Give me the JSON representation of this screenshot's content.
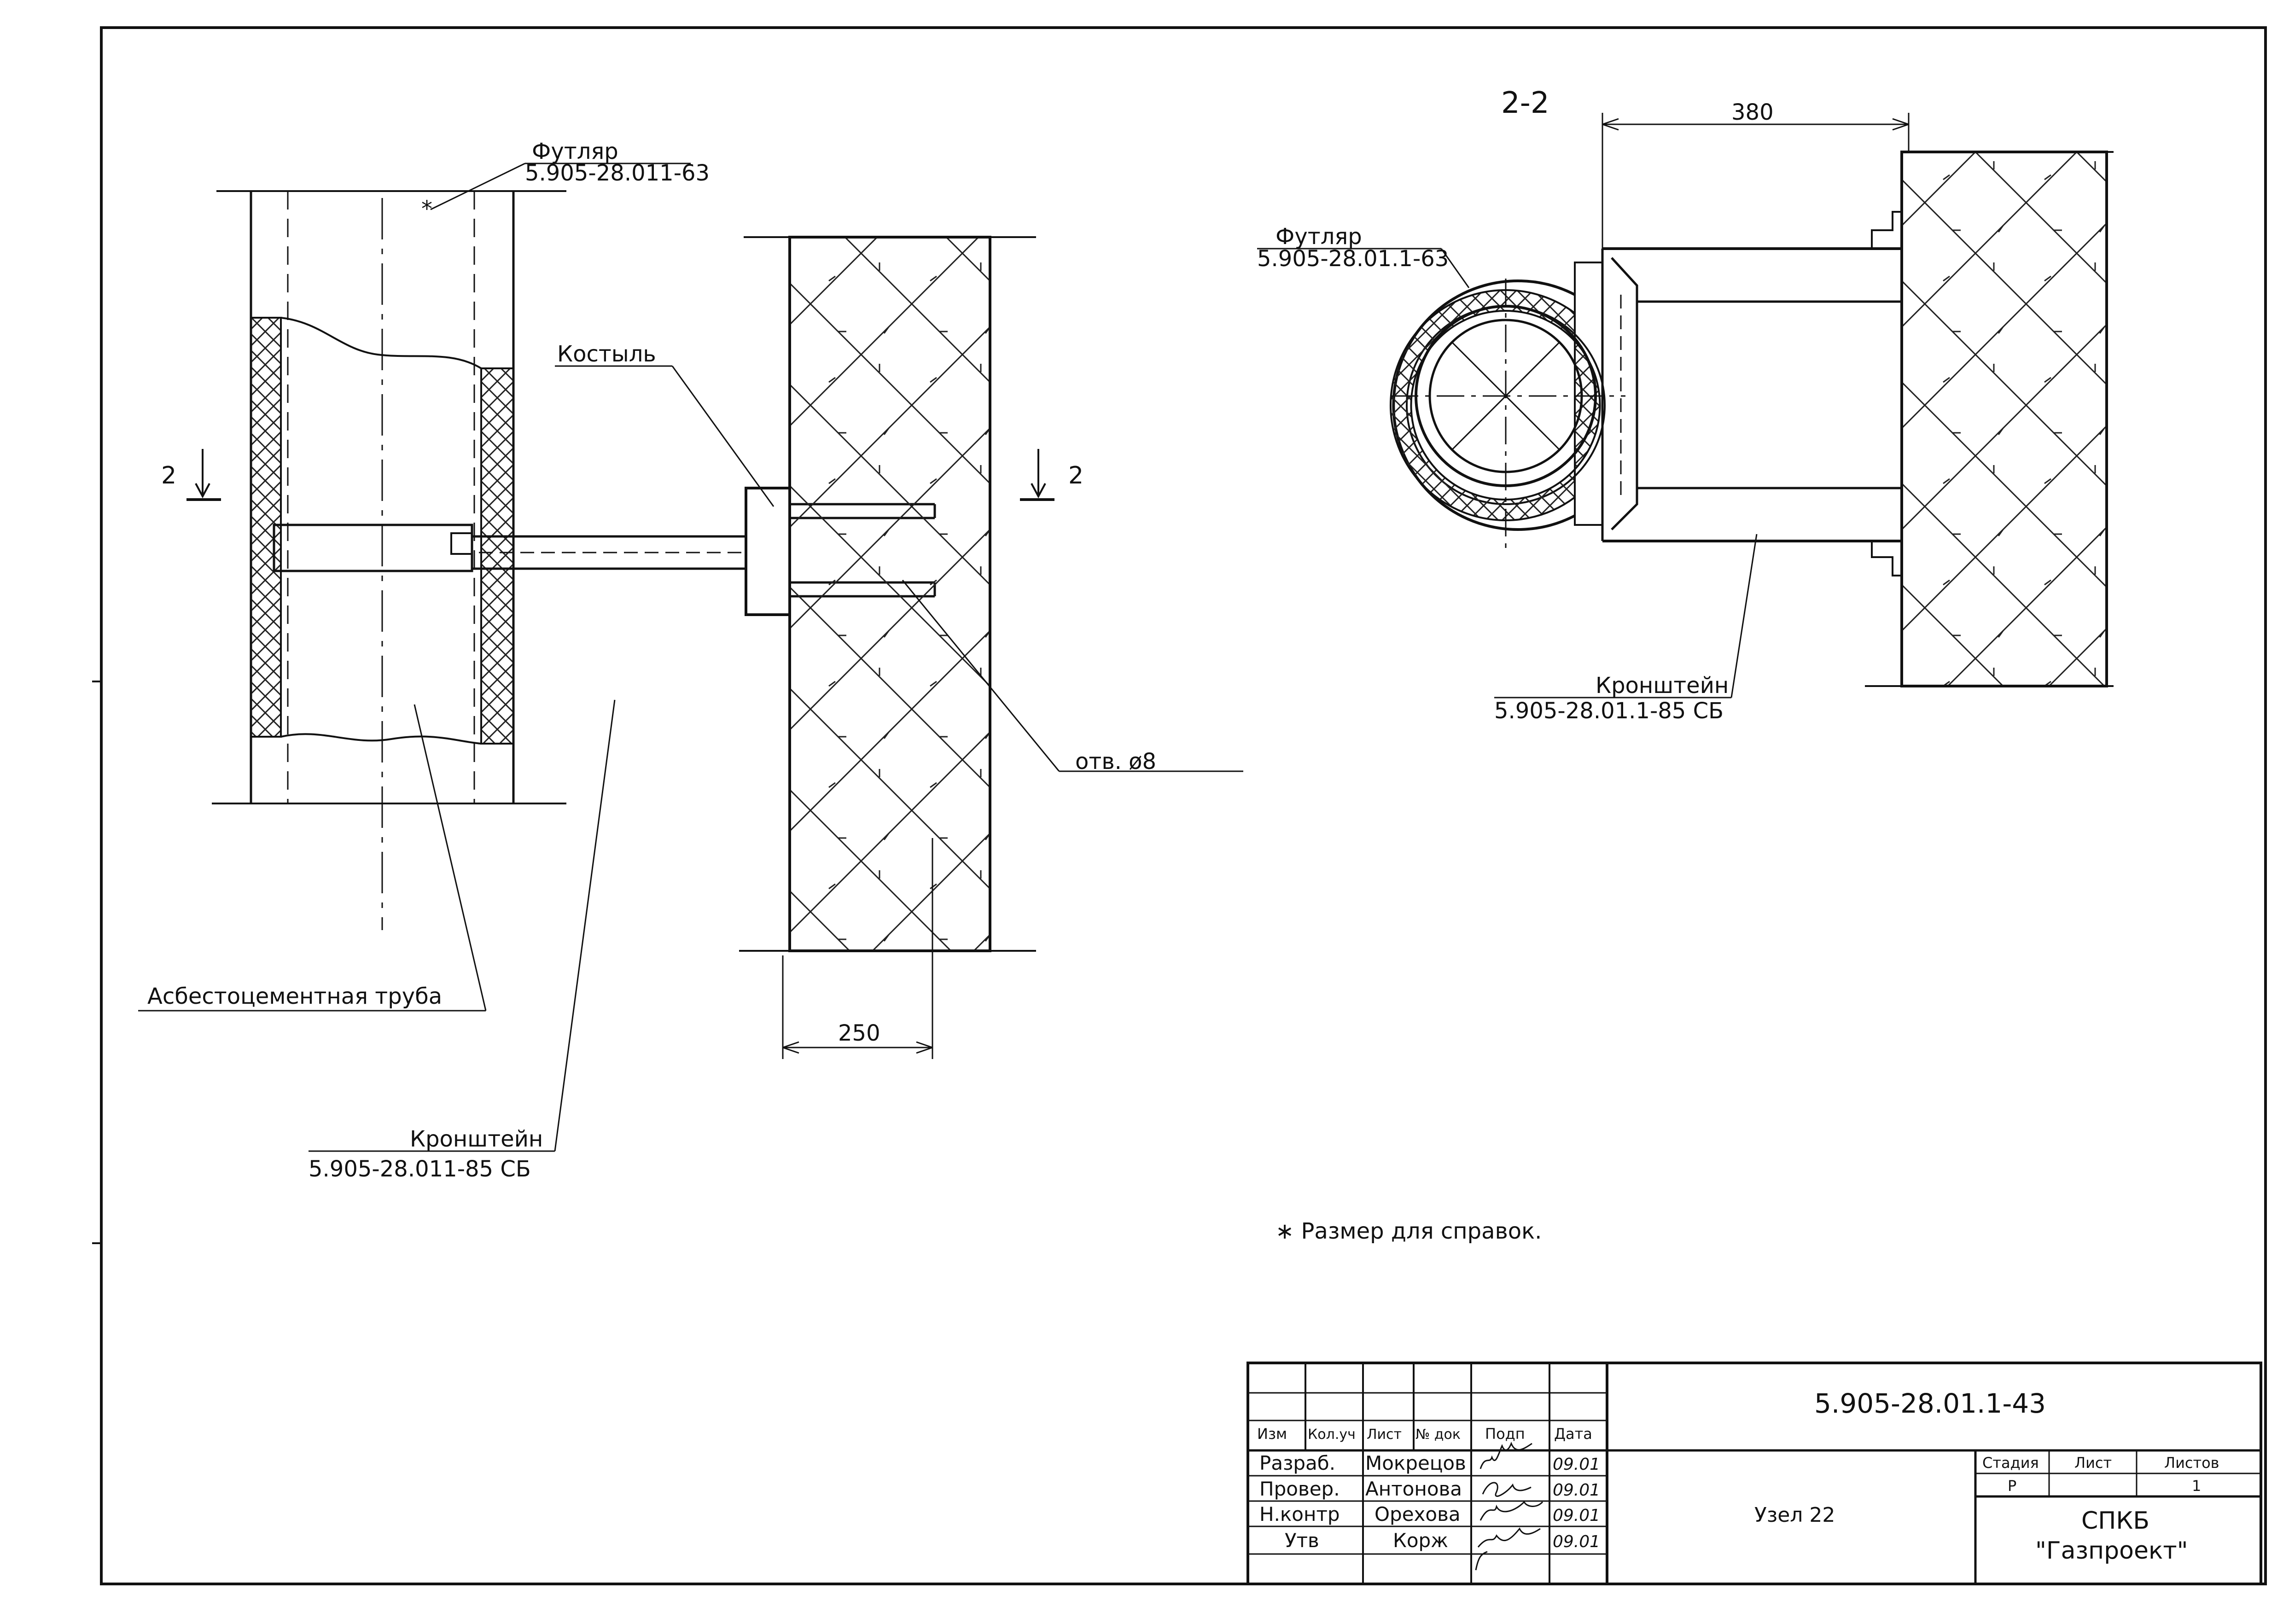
{
  "drawing": {
    "view_label_left": "2",
    "view_label_right": "2",
    "section_title": "2-2",
    "dimensions": {
      "d380": "380",
      "d250": "250"
    },
    "labels": {
      "futlyar_left_name": "Футляр",
      "futlyar_left_code": "5.905-28.011-63",
      "futlyar_right_name": "Футляр",
      "futlyar_right_code": "5.905-28.01.1-63",
      "kostyl": "Костыль",
      "hole": "отв. ø8",
      "asbestos_pipe": "Асбестоцементная труба",
      "kronshtein_left_name": "Кронштейн",
      "kronshtein_left_code": "5.905-28.011-85 СБ",
      "kronshtein_right_name": "Кронштейн",
      "kronshtein_right_code": "5.905-28.01.1-85 СБ"
    },
    "note": "∗ Размер для справок."
  },
  "title_block": {
    "doc_code": "5.905-28.01.1-43",
    "node_name": "Узел 22",
    "org_line1": "СПКБ",
    "org_line2": "\"Газпроект\"",
    "headers": {
      "izm": "Изм",
      "kol_uch": "Кол.уч",
      "list": "Лист",
      "no_dok": "№ док",
      "podp": "Подп",
      "data": "Дата"
    },
    "stage_headers": {
      "stage": "Стадия",
      "sheet": "Лист",
      "sheets": "Листов"
    },
    "stage_values": {
      "stage": "Р",
      "sheet": "",
      "sheets": "1"
    },
    "rows": [
      {
        "role": "Разраб.",
        "name": "Мокрецов",
        "date": "09.01"
      },
      {
        "role": "Провер.",
        "name": "Антонова",
        "date": "09.01"
      },
      {
        "role": "Н.контр",
        "name": "Орехова",
        "date": "09.01"
      },
      {
        "role": "Утв",
        "name": "Корж",
        "date": "09.01"
      }
    ]
  }
}
